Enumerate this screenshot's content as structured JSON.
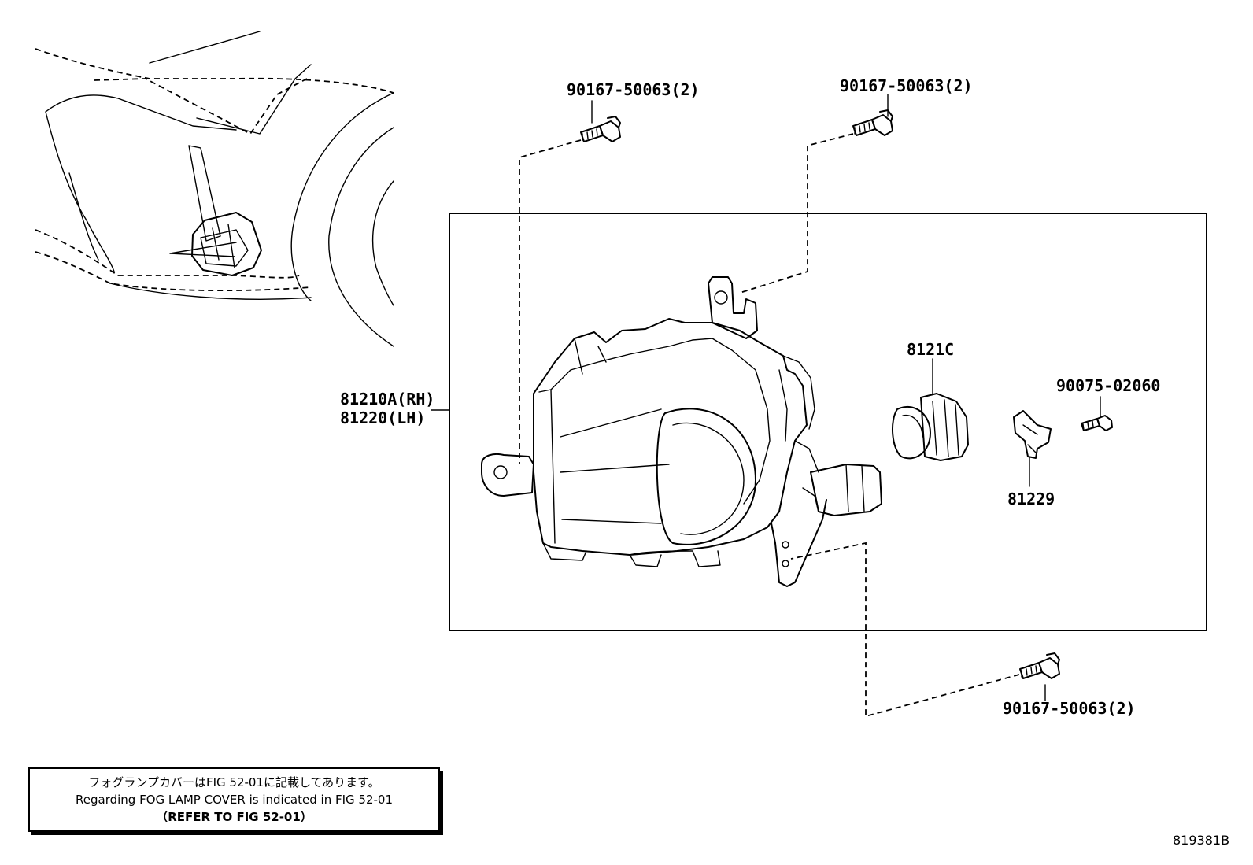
{
  "parts": {
    "bolt_top_left": "90167-50063(2)",
    "bolt_top_right": "90167-50063(2)",
    "bolt_bottom": "90167-50063(2)",
    "fog_lamp_rh": "81210A(RH)",
    "fog_lamp_lh": "81220(LH)",
    "bulb": "8121C",
    "screw": "90075-02060",
    "bracket": "81229"
  },
  "note": {
    "line_ja": "フォグランプカバーはFIG 52-01に記載してあります。",
    "line_en": "Regarding FOG LAMP COVER is indicated in FIG 52-01",
    "line_ref": "（REFER TO FIG 52-01）"
  },
  "figure_id": "819381B"
}
